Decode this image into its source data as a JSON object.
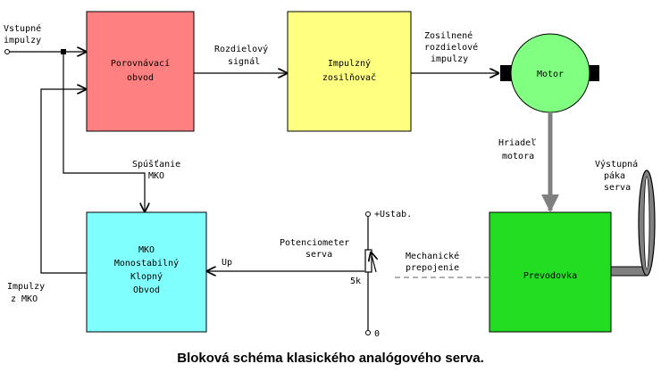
{
  "colors": {
    "comparator": "#ff8080",
    "amplifier": "#ffff80",
    "motor": "#80ff80",
    "gearbox": "#22dd22",
    "mko": "#80ffff",
    "shaft": "#808080",
    "mechanical_link": "#808080"
  },
  "blocks": {
    "comparator": {
      "line1": "Porovnávací",
      "line2": "obvod"
    },
    "amplifier": {
      "line1": "Impulzný",
      "line2": "zosilňovač"
    },
    "motor": {
      "label": "Motor"
    },
    "gearbox": {
      "label": "Prevodovka"
    },
    "mko": {
      "line1": "MKO",
      "line2": "Monostabilný",
      "line3": "Klopný",
      "line4": "Obvod"
    }
  },
  "labels": {
    "input": {
      "line1": "Vstupné",
      "line2": "impulzy"
    },
    "difference": {
      "line1": "Rozdielový",
      "line2": "signál"
    },
    "amplified": {
      "line1": "Zosilnené",
      "line2": "rozdielové",
      "line3": "impulzy"
    },
    "shaft": {
      "line1": "Hriadeľ",
      "line2": "motora"
    },
    "output_lever": {
      "line1": "Výstupná",
      "line2": "páka",
      "line3": "serva"
    },
    "trigger": {
      "line1": "Spúšťanie",
      "line2": "MKO"
    },
    "mko_pulses": {
      "line1": "Impulzy",
      "line2": "z MKO"
    },
    "potentiometer": {
      "line1": "Potenciometer",
      "line2": "serva"
    },
    "mechanical": {
      "line1": "Mechanické",
      "line2": "prepojenie"
    },
    "up": "Up",
    "ustab": "+Ustab.",
    "zero": "0",
    "resistance": "5k"
  },
  "caption": "Bloková schéma klasického analógového serva."
}
